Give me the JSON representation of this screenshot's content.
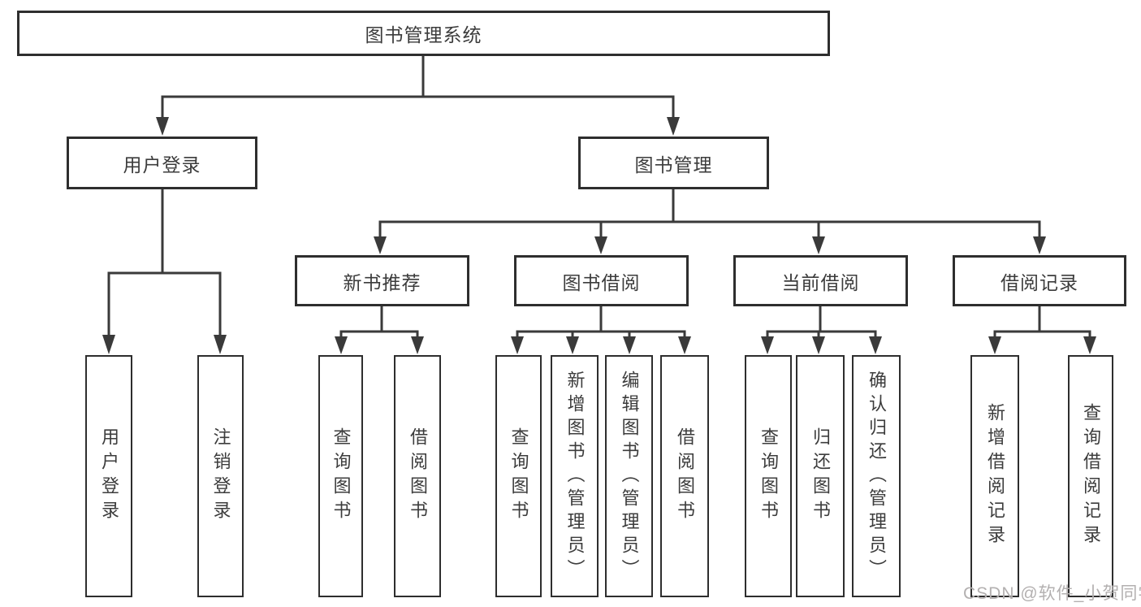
{
  "diagram_title": "图书管理系统",
  "tree": {
    "label": "图书管理系统",
    "children": [
      {
        "label": "用户登录",
        "children": [
          {
            "label": "用户登录"
          },
          {
            "label": "注销登录"
          }
        ]
      },
      {
        "label": "图书管理",
        "children": [
          {
            "label": "新书推荐",
            "children": [
              {
                "label": "查询图书"
              },
              {
                "label": "借阅图书"
              }
            ]
          },
          {
            "label": "图书借阅",
            "children": [
              {
                "label": "查询图书"
              },
              {
                "label": "新增图书（管理员）"
              },
              {
                "label": "编辑图书（管理员）"
              },
              {
                "label": "借阅图书"
              }
            ]
          },
          {
            "label": "当前借阅",
            "children": [
              {
                "label": "查询图书"
              },
              {
                "label": "归还图书"
              },
              {
                "label": "确认归还（管理员）"
              }
            ]
          },
          {
            "label": "借阅记录",
            "children": [
              {
                "label": "新增借阅记录"
              },
              {
                "label": "查询借阅记录"
              }
            ]
          }
        ]
      }
    ]
  },
  "watermark": {
    "text": "CSDN @软件_小贺同学",
    "color": "#b3b0b0"
  },
  "colors": {
    "line": "#3a3a3a",
    "box_border": "#2e2e2e",
    "text": "#3c3c3c",
    "background": "#ffffff"
  }
}
